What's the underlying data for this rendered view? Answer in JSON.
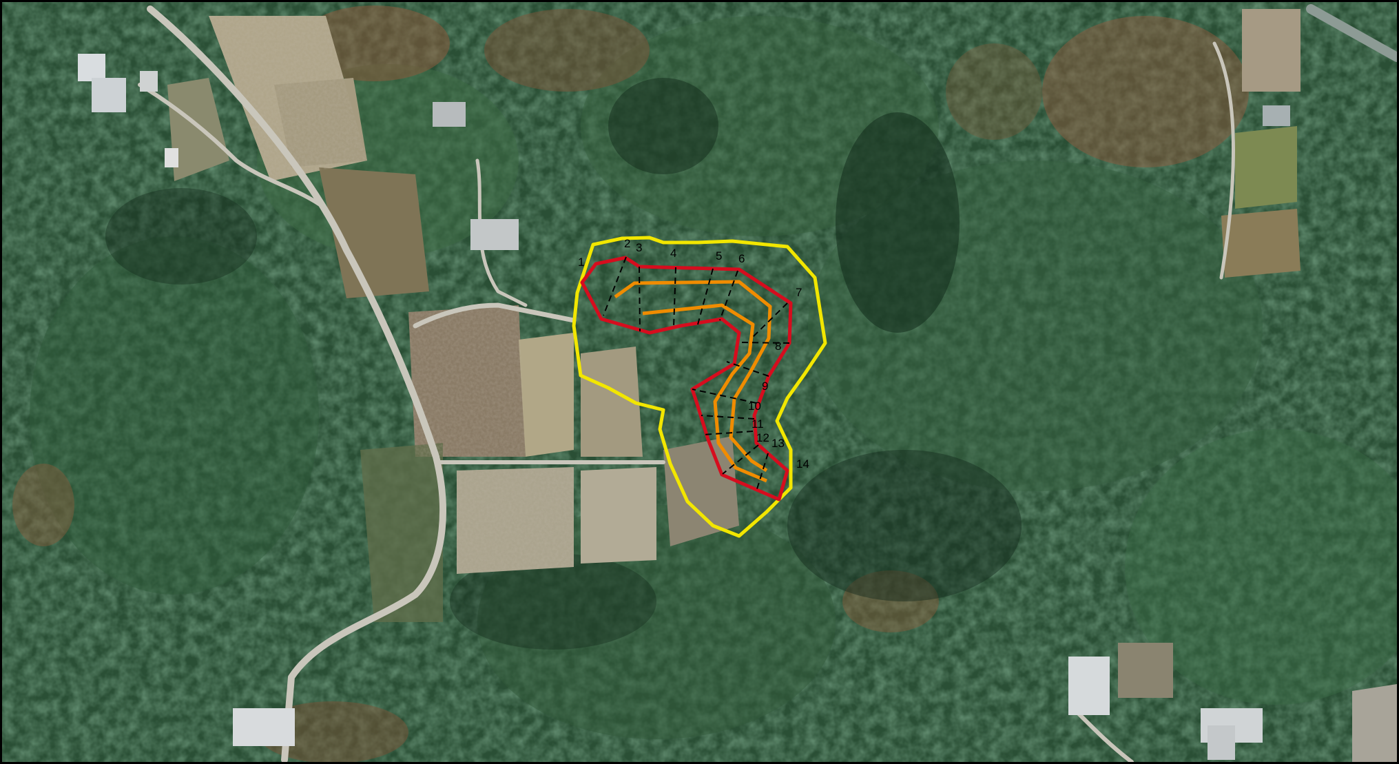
{
  "map": {
    "colors": {
      "outer_boundary": "#f2e600",
      "inner_boundary": "#d60d1e",
      "centerline": "#f08c00",
      "section_lines": "#000000",
      "forest_dark": "#213f2c",
      "forest_mid": "#2f5a3a",
      "field": "#a89e86",
      "road": "#c9c6bb"
    },
    "section_labels": [
      "1",
      "2",
      "3",
      "4",
      "5",
      "6",
      "7",
      "8",
      "9",
      "10",
      "11",
      "12",
      "13",
      "14"
    ]
  }
}
